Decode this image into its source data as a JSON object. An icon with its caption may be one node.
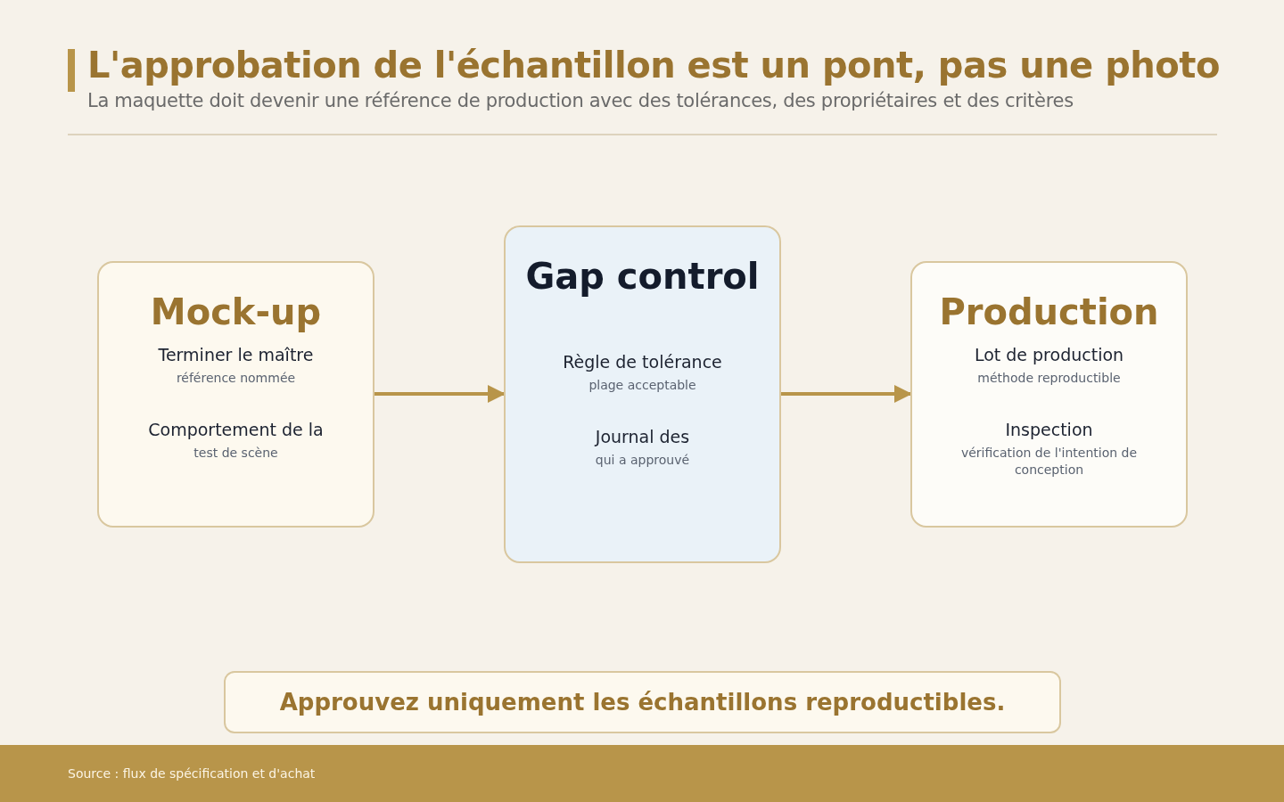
{
  "diagram": {
    "title": "L'approbation de l'échantillon est un pont, pas une photo",
    "nodes": [
      {
        "text": [
          "Mock-up",
          "Terminer le maître",
          "référence nommée",
          "Comportement de la",
          "test de scène"
        ]
      },
      {
        "text": [
          "Gap control",
          "Règle de tolérance",
          "plage acceptable",
          "Journal des",
          "qui a approuvé"
        ]
      },
      {
        "text": [
          "Production",
          "Lot de production",
          "méthode reproductible",
          "Inspection",
          "vérification de l'intention de conception"
        ]
      },
      {
        "text": [
          "Approuvez uniquement les échantillons reproductibles."
        ]
      }
    ],
    "edges": [
      {
        "from": 0,
        "to": 1,
        "arrow": "to"
      },
      {
        "from": 1,
        "to": 2,
        "arrow": "to"
      }
    ],
    "labels": [
      "La maquette doit devenir une référence de production avec des tolérances, des propriétaires et des critères",
      "Source : flux de spécification et d'achat"
    ]
  }
}
